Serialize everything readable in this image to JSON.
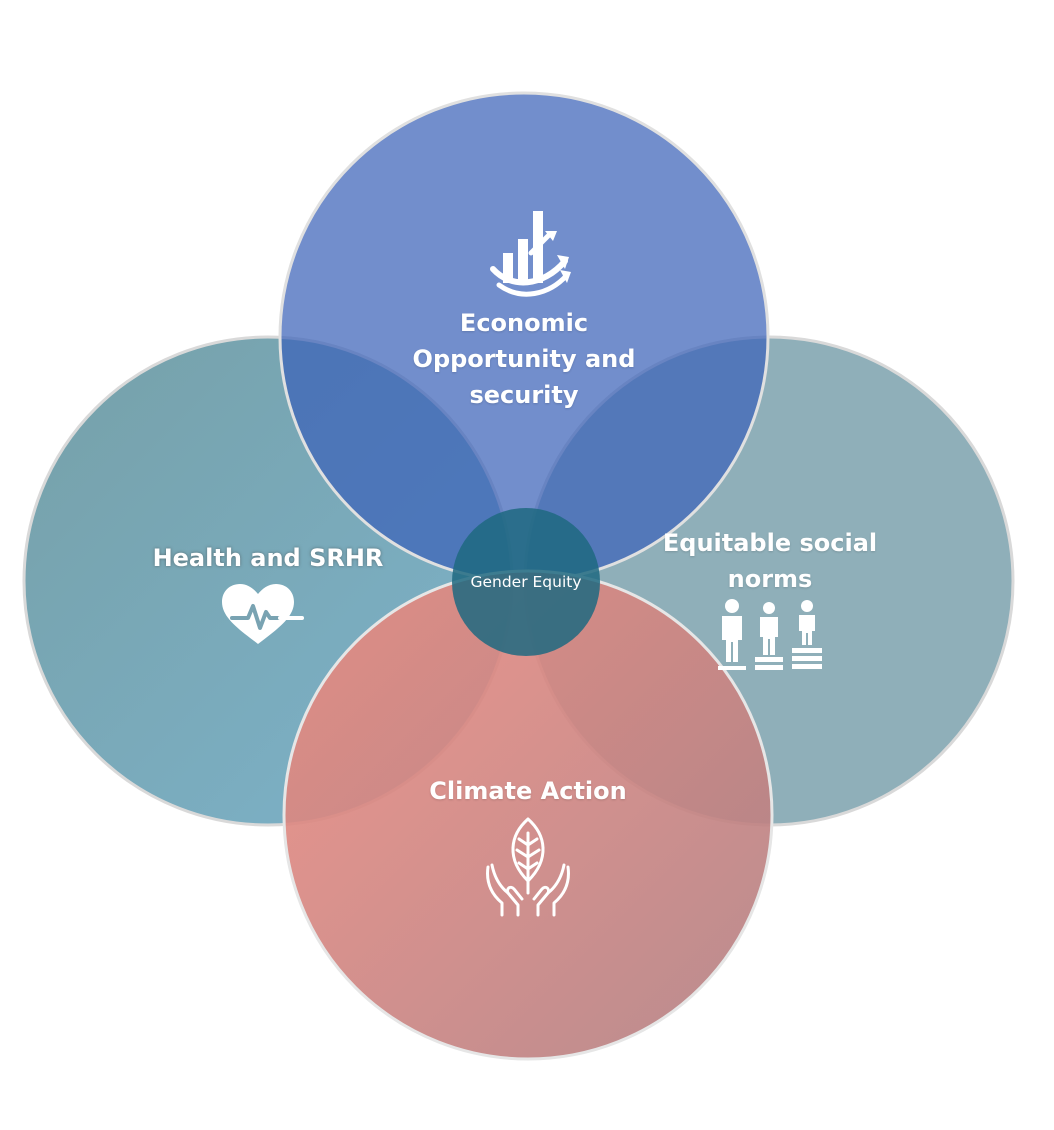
{
  "diagram": {
    "circles": {
      "economic": {
        "label_line1": "Economic",
        "label_line2": "Opportunity and",
        "label_line3": "security",
        "icon": "growth-chart-icon",
        "color": "#6f8bca"
      },
      "health": {
        "label": "Health and SRHR",
        "icon": "heartbeat-icon",
        "color": "#79a3b2"
      },
      "social_norms": {
        "label_line1": "Equitable social",
        "label_line2": "norms",
        "icon": "people-equity-icon",
        "color": "#90b0ba"
      },
      "climate": {
        "label": "Climate Action",
        "icon": "hands-leaf-icon",
        "color": "#db8178"
      }
    },
    "center": {
      "label": "Gender Equity",
      "color": "#2c6d83"
    }
  }
}
